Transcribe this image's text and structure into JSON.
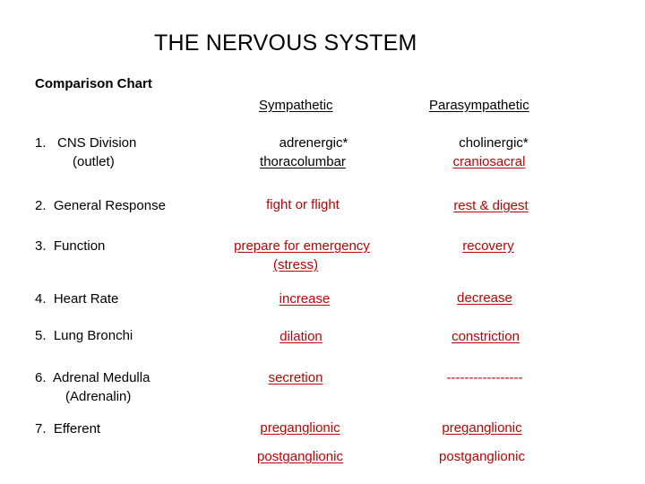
{
  "title": "THE NERVOUS SYSTEM",
  "subtitle": "Comparison Chart",
  "columns": {
    "sympathetic": "Sympathetic",
    "parasympathetic": "Parasympathetic"
  },
  "rows": [
    {
      "label": "1.   CNS Division",
      "label_sub": "(outlet)",
      "sympathetic": [
        "adrenergic*",
        "thoracolumbar"
      ],
      "parasympathetic": [
        "cholinergic*",
        "craniosacral"
      ]
    },
    {
      "label": "2.  General Response",
      "sympathetic": [
        "fight or flight"
      ],
      "parasympathetic": [
        "rest & digest"
      ]
    },
    {
      "label": "3.  Function",
      "sympathetic": [
        "prepare for emergency",
        "(stress)"
      ],
      "parasympathetic": [
        "recovery"
      ]
    },
    {
      "label": "4.  Heart Rate",
      "sympathetic": [
        "increase"
      ],
      "parasympathetic": [
        "decrease"
      ]
    },
    {
      "label": "5.  Lung Bronchi",
      "sympathetic": [
        "dilation"
      ],
      "parasympathetic": [
        "constriction"
      ]
    },
    {
      "label": "6.  Adrenal Medulla",
      "label_sub": "(Adrenalin)",
      "sympathetic": [
        "secretion"
      ],
      "parasympathetic": [
        "-----------------"
      ]
    },
    {
      "label": "7.  Efferent",
      "sympathetic": [
        "preganglionic",
        "postganglionic"
      ],
      "parasympathetic": [
        "preganglionic",
        "postganglionic"
      ]
    }
  ],
  "colors": {
    "text": "#000000",
    "red_text": "#c00000",
    "background": "#ffffff"
  }
}
